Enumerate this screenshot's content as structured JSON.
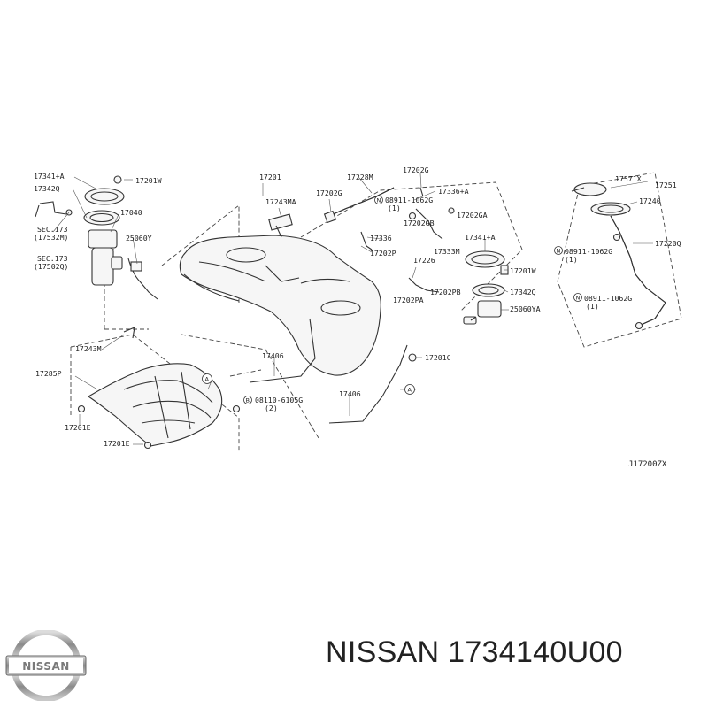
{
  "diagram": {
    "drawing_code": "J17200ZX",
    "callouts": {
      "c17341a_l": "17341+A",
      "c17201w_l": "17201W",
      "c17342q_l": "17342Q",
      "c17040": "17040",
      "c25060y": "25060Y",
      "sec173a": "SEC.173",
      "sec173a_sub": "(17532M)",
      "sec173b": "SEC.173",
      "sec173b_sub": "(17502Q)",
      "c17201": "17201",
      "c17243ma": "17243MA",
      "c17228m": "17228M",
      "c17202g_top": "17202G",
      "c17202g": "17202G",
      "c17336a": "17336+A",
      "n08911_1062g_mid": "08911-1062G",
      "n08911_1062g_mid_qty": "(1)",
      "c17202ga": "17202GA",
      "c17336": "17336",
      "c17202gb": "17202GB",
      "c17333m": "17333M",
      "c17341a_r": "17341+A",
      "c17202p": "17202P",
      "c17226": "17226",
      "c17201w_r": "17201W",
      "c17202pb": "17202PB",
      "c17342q_r": "17342Q",
      "c17202pa": "17202PA",
      "c25060ya": "25060YA",
      "c17571x": "17571X",
      "c17251": "17251",
      "c17240": "17240",
      "c17220q": "17220Q",
      "n08911_1062g_r1": "08911-1062G",
      "n08911_1062g_r1_qty": "(1)",
      "n08911_1062g_r2": "08911-1062G",
      "n08911_1062g_r2_qty": "(1)",
      "c17243m": "17243M",
      "c17285p": "17285P",
      "c17201e_a": "17201E",
      "c17201e_b": "17201E",
      "c17406_a": "17406",
      "c17406_b": "17406",
      "c17201c": "17201C",
      "n08110_6105g": "08110-6105G",
      "n08110_6105g_qty": "(2)",
      "ref_a": "A"
    },
    "circle_n": "N",
    "circle_b": "B"
  },
  "footer": {
    "brand_name": "NISSAN",
    "part_title": "NISSAN 1734140U00"
  }
}
